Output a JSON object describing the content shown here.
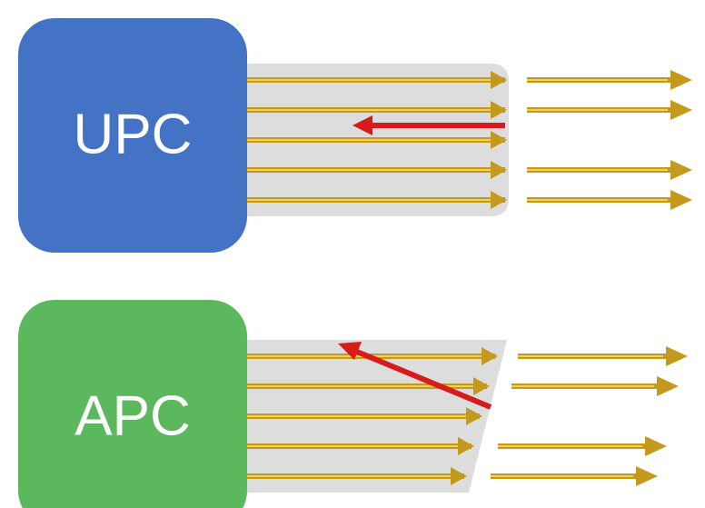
{
  "upc": {
    "label": "UPC",
    "color": "#4472c4",
    "connector": "flat"
  },
  "apc": {
    "label": "APC",
    "color": "#5cb85c",
    "connector": "angled"
  },
  "colors": {
    "ferrule": "#dddddd",
    "ray": "#c49a1e",
    "ray_highlight": "#f2cf55",
    "reflection": "#d71a1a"
  }
}
